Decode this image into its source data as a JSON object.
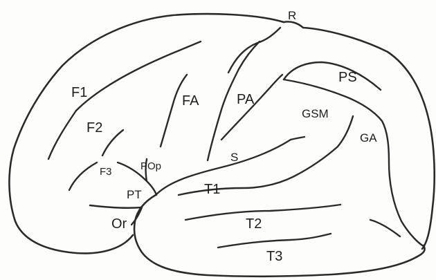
{
  "labels": {
    "R": "R",
    "F1": "F1",
    "F2": "F2",
    "F3": "F3",
    "FA": "FA",
    "PA": "PA",
    "PS": "PS",
    "GSM": "GSM",
    "GA": "GA",
    "POp": "POp",
    "PT": "PT",
    "Or": "Or",
    "S": "S",
    "T1": "T1",
    "T2": "T2",
    "T3": "T3"
  },
  "colors": {
    "line": "#2a2a2a",
    "text": "#1e1e1e",
    "paper": "#fdfdfc"
  }
}
